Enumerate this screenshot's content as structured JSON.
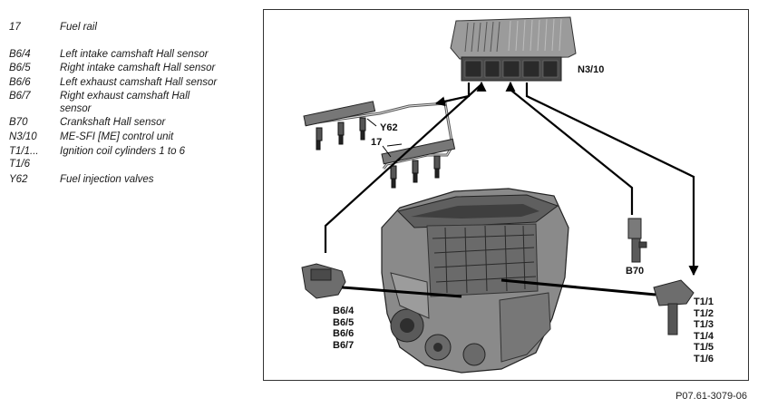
{
  "legend": [
    {
      "code": "17",
      "desc": "Fuel rail"
    },
    {
      "code": "B6/4",
      "desc": "Left intake camshaft Hall sensor"
    },
    {
      "code": "B6/5",
      "desc": "Right intake camshaft Hall sensor"
    },
    {
      "code": "B6/6",
      "desc": "Left exhaust camshaft Hall sensor"
    },
    {
      "code": "B6/7",
      "desc": "Right exhaust camshaft Hall sensor"
    },
    {
      "code": "B70",
      "desc": "Crankshaft Hall sensor"
    },
    {
      "code": "N3/10",
      "desc": "ME-SFI [ME] control unit"
    },
    {
      "code": "T1/1... T1/6",
      "desc": "Ignition coil cylinders 1 to 6"
    },
    {
      "code": "Y62",
      "desc": "Fuel injection valves"
    }
  ],
  "callouts": {
    "control_unit": "N3/10",
    "injectors": "Y62",
    "fuel_rail": "17",
    "crank_sensor": "B70",
    "cam_sensors": [
      "B6/4",
      "B6/5",
      "B6/6",
      "B6/7"
    ],
    "ignition_coils": [
      "T1/1",
      "T1/2",
      "T1/3",
      "T1/4",
      "T1/5",
      "T1/6"
    ]
  },
  "reference_code": "P07.61-3079-06"
}
